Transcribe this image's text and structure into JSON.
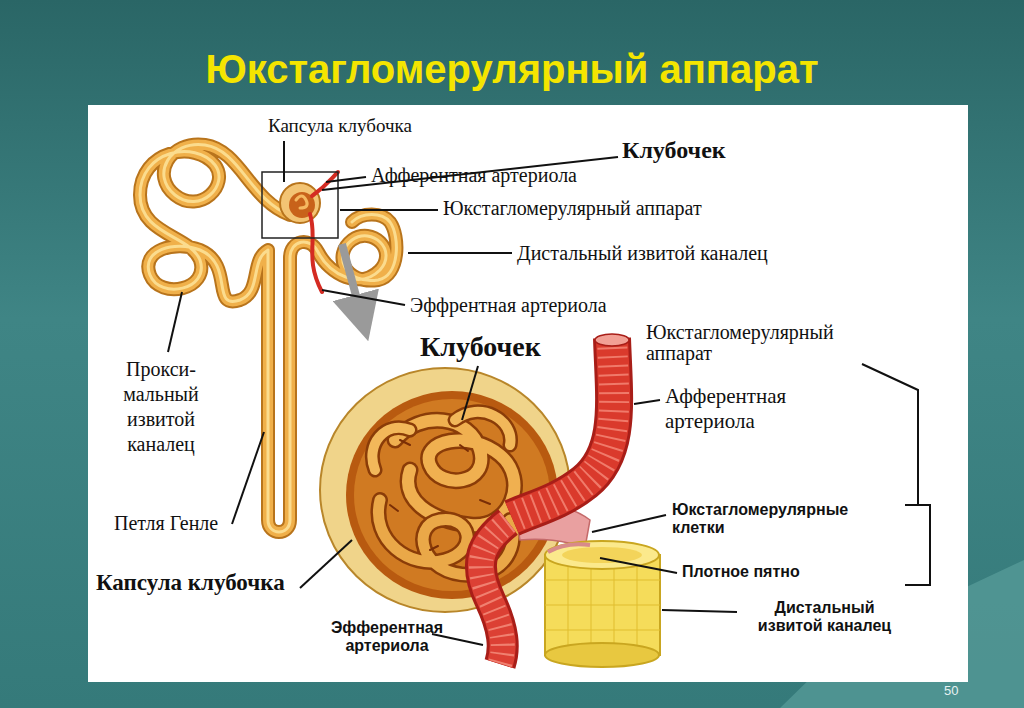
{
  "diagram": {
    "title": "Юкстагломерулярный аппарат",
    "labels": [
      "Капсула клубочка",
      "Клубочек",
      "Афферентная артериола",
      "Юкстагломерулярный аппарат",
      "Дистальный извитой каналец",
      "Эффрентная артериола",
      "Юкстагломерулярный аппарат",
      "Клубочек",
      "Прокси- мальный извитой каналец",
      "Афферентная артериола",
      "Петля Генле",
      "Юкстагломерулярные клетки",
      "Плотное пятно",
      "Капсула клубочка",
      "Дистальный извитой каналец",
      "Эфферентная артериола",
      "50"
    ]
  }
}
